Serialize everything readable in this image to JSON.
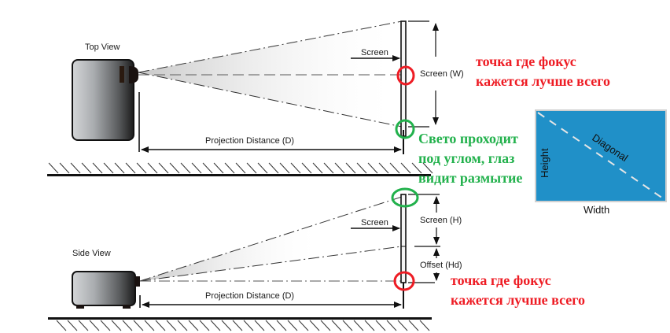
{
  "top_view": {
    "title": "Top View",
    "screen_label": "Screen",
    "dimension_label": "Screen (W)",
    "distance_label": "Projection Distance (D)"
  },
  "side_view": {
    "title": "Side View",
    "screen_label": "Screen",
    "screen_height_label": "Screen (H)",
    "offset_label": "Offset (Hd)",
    "distance_label": "Projection Distance (D)"
  },
  "screen_inset": {
    "diagonal_label": "Diagonal",
    "height_label": "Height",
    "width_label": "Width",
    "fill_color": "#2090c8"
  },
  "annotations": {
    "top_red": [
      "точка где фокус",
      "кажется лучше всего"
    ],
    "green": [
      "Свето проходит",
      "под углом, глаз",
      "видит размытие"
    ],
    "bottom_red": [
      "точка где фокус",
      "кажется лучше всего"
    ]
  },
  "colors": {
    "red_marker": "#ee1c24",
    "green_marker": "#22b14c"
  }
}
